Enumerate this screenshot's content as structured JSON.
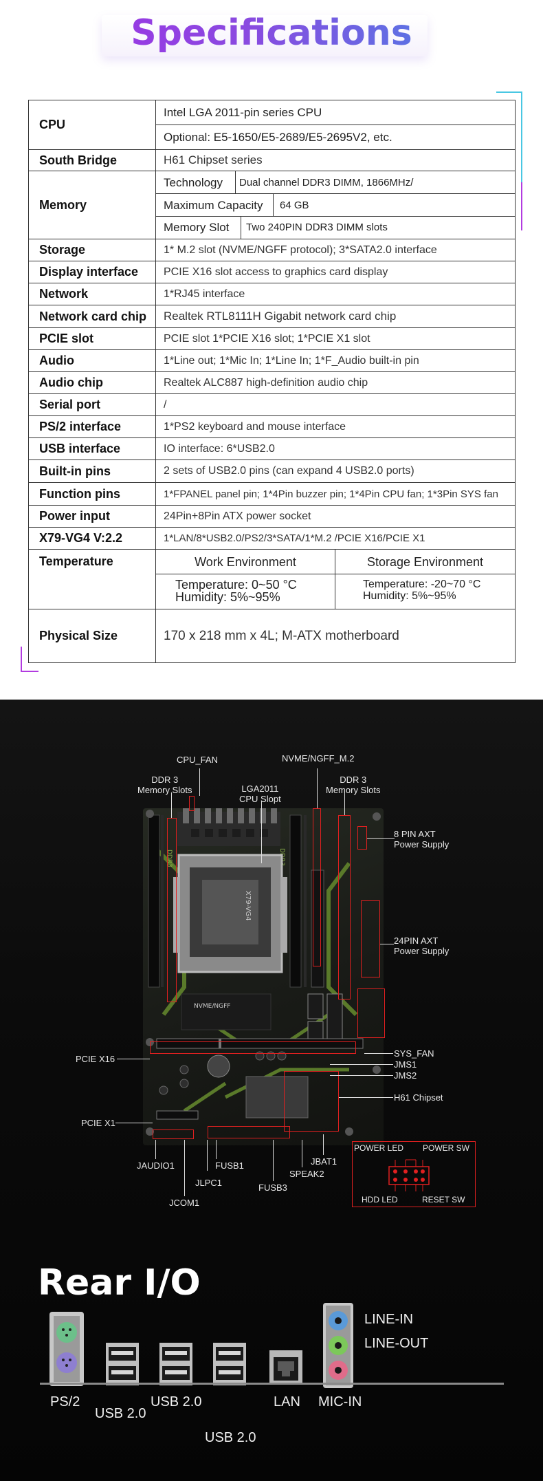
{
  "spec": {
    "title": "Specifications",
    "rows": {
      "cpu": {
        "label": "CPU",
        "line1": "Intel LGA 2011-pin series CPU",
        "line2": "Optional: E5-1650/E5-2689/E5-2695V2, etc."
      },
      "south_bridge": {
        "label": "South Bridge",
        "value": "H61 Chipset series"
      },
      "memory": {
        "label": "Memory",
        "tech_k": "Technology",
        "tech_v": "Dual channel DDR3 DIMM, 1866MHz/",
        "cap_k": "Maximum Capacity",
        "cap_v": "64 GB",
        "slot_k": "Memory Slot",
        "slot_v": "Two 240PIN DDR3 DIMM slots"
      },
      "storage": {
        "label": "Storage",
        "value": "1* M.2 slot (NVME/NGFF protocol); 3*SATA2.0 interface"
      },
      "display": {
        "label": "Display interface",
        "value": "PCIE X16 slot access to graphics card display"
      },
      "network": {
        "label": "Network",
        "value": "1*RJ45 interface"
      },
      "netchip": {
        "label": "Network card chip",
        "value": "Realtek RTL8111H Gigabit network card chip"
      },
      "pcie": {
        "label": "PCIE slot",
        "value": "PCIE slot 1*PCIE X16 slot; 1*PCIE X1 slot"
      },
      "audio": {
        "label": "Audio",
        "value": "1*Line out; 1*Mic In; 1*Line In; 1*F_Audio built-in pin"
      },
      "audiochip": {
        "label": "Audio chip",
        "value": "Realtek ALC887 high-definition audio chip"
      },
      "serial": {
        "label": "Serial port",
        "value": "/"
      },
      "ps2": {
        "label": "PS/2 interface",
        "value": "1*PS2 keyboard and mouse interface"
      },
      "usb": {
        "label": "USB interface",
        "value": "IO interface: 6*USB2.0"
      },
      "builtin": {
        "label": "Built-in pins",
        "value": "2 sets of USB2.0 pins (can expand 4 USB2.0 ports)"
      },
      "function": {
        "label": "Function pins",
        "value": "1*FPANEL panel pin; 1*4Pin buzzer pin; 1*4Pin CPU fan; 1*3Pin SYS fan"
      },
      "power": {
        "label": "Power input",
        "value": "24Pin+8Pin ATX power socket"
      },
      "x79": {
        "label": "X79-VG4 V:2.2",
        "value": "1*LAN/8*USB2.0/PS2/3*SATA/1*M.2 /PCIE X16/PCIE X1"
      },
      "temperature": {
        "label": "Temperature",
        "work_head": "Work Environment",
        "storage_head": "Storage Environment",
        "work_temp": "Temperature: 0~50 °C",
        "work_hum": "Humidity: 5%~95%",
        "storage_temp": "Temperature: -20~70 °C",
        "storage_hum": "Humidity: 5%~95%"
      },
      "size": {
        "label": "Physical Size",
        "value": "170 x 218 mm x 4L; M-ATX motherboard"
      }
    }
  },
  "board": {
    "labels": {
      "cpu_fan": "CPU_FAN",
      "nvme": "NVME/NGFF_M.2",
      "ddr_left": "DDR 3\nMemory Slots",
      "lga": "LGA2011\nCPU Slopt",
      "ddr_right": "DDR 3\nMemory Slots",
      "pin8": "8 PIN AXT\nPower Supply",
      "pin24": "24PIN AXT\nPower Supply",
      "sys_fan": "SYS_FAN",
      "jms1": "JMS1",
      "jms2": "JMS2",
      "h61": "H61 Chipset",
      "pcie_x16": "PCIE X16",
      "pcie_x1": "PCIE X1",
      "jaudio1": "JAUDIO1",
      "jlpc1": "JLPC1",
      "fusb1": "FUSB1",
      "jcom1": "JCOM1",
      "fusb3": "FUSB3",
      "speak2": "SPEAK2",
      "jbat1": "JBAT1",
      "power_led": "POWER LED",
      "power_sw": "POWER SW",
      "hdd_led": "HDD LED",
      "reset_sw": "RESET SW",
      "silk_model": "X79-VG4",
      "silk_nvme": "NVME/NGFF",
      "silk_ddr3_left": "DDR3",
      "silk_ddr3_right": "DDR3"
    }
  },
  "rear_io": {
    "title": "Rear I/O",
    "ps2": "PS/2",
    "usb_a": "USB 2.0",
    "usb_b": "USB 2.0",
    "usb_c": "USB 2.0",
    "lan": "LAN",
    "line_in": "LINE-IN",
    "line_out": "LINE-OUT",
    "mic_in": "MIC-IN",
    "colors": {
      "line_in": "#5a9ad8",
      "line_out": "#7cc85a",
      "mic_in": "#e06c8a",
      "ps2_kb": "#8e7fd0",
      "ps2_ms": "#6cc08a"
    }
  }
}
